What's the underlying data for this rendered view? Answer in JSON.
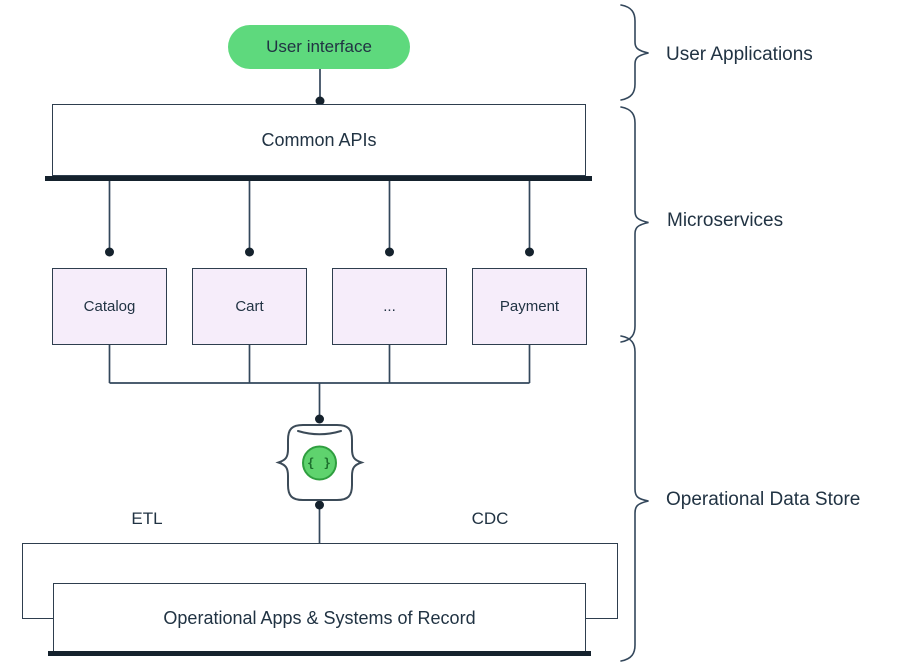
{
  "nodes": {
    "user_interface": "User interface",
    "common_apis": "Common APIs",
    "services": [
      "Catalog",
      "Cart",
      "...",
      "Payment"
    ],
    "json_icon_glyph": "{ }",
    "etl": "ETL",
    "cdc": "CDC",
    "operational_apps": "Operational Apps & Systems of Record"
  },
  "annotations": {
    "user_applications": "User Applications",
    "microservices": "Microservices",
    "operational_data_store": "Operational Data Store"
  },
  "colors": {
    "pill_green": "#5ed97d",
    "icon_green_fill": "#5fd36e",
    "icon_green_border": "#2f9e3f",
    "service_lavender": "#f6edfa",
    "line_slate": "#33475b",
    "box_border": "#2e3e4e",
    "thick_underline": "#15222d",
    "text_navy": "#213343"
  }
}
